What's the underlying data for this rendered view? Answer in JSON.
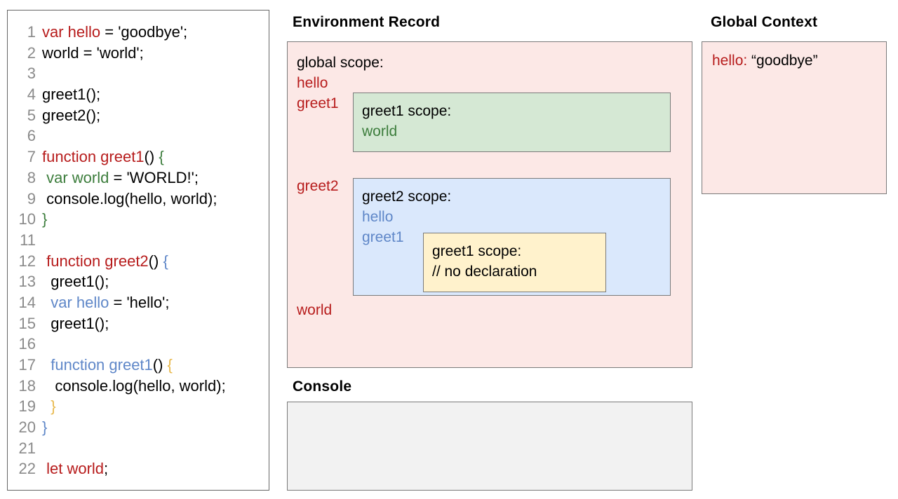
{
  "code_panel": {
    "lines": [
      {
        "n": "1",
        "tokens": [
          {
            "t": "var hello",
            "c": "red"
          },
          {
            "t": " = 'goodbye';",
            "c": "plain"
          }
        ]
      },
      {
        "n": "2",
        "tokens": [
          {
            "t": "world = 'world';",
            "c": "plain"
          }
        ]
      },
      {
        "n": "3",
        "tokens": [
          {
            "t": "",
            "c": "plain"
          }
        ]
      },
      {
        "n": "4",
        "tokens": [
          {
            "t": "greet1();",
            "c": "plain"
          }
        ]
      },
      {
        "n": "5",
        "tokens": [
          {
            "t": "greet2();",
            "c": "plain"
          }
        ]
      },
      {
        "n": "6",
        "tokens": [
          {
            "t": "",
            "c": "plain"
          }
        ]
      },
      {
        "n": "7",
        "tokens": [
          {
            "t": "function greet1",
            "c": "red"
          },
          {
            "t": "() ",
            "c": "plain"
          },
          {
            "t": "{",
            "c": "green"
          }
        ]
      },
      {
        "n": "8",
        "tokens": [
          {
            "t": " ",
            "c": "plain"
          },
          {
            "t": "var world",
            "c": "green"
          },
          {
            "t": " = 'WORLD!';",
            "c": "plain"
          }
        ]
      },
      {
        "n": "9",
        "tokens": [
          {
            "t": " console.log(hello, world);",
            "c": "plain"
          }
        ]
      },
      {
        "n": "10",
        "tokens": [
          {
            "t": "}",
            "c": "green"
          }
        ]
      },
      {
        "n": "11",
        "tokens": [
          {
            "t": "",
            "c": "plain"
          }
        ]
      },
      {
        "n": "12",
        "tokens": [
          {
            "t": " ",
            "c": "plain"
          },
          {
            "t": "function greet2",
            "c": "red"
          },
          {
            "t": "() ",
            "c": "plain"
          },
          {
            "t": "{",
            "c": "blue"
          }
        ]
      },
      {
        "n": "13",
        "tokens": [
          {
            "t": "  greet1();",
            "c": "plain"
          }
        ]
      },
      {
        "n": "14",
        "tokens": [
          {
            "t": "  ",
            "c": "plain"
          },
          {
            "t": "var hello",
            "c": "blue"
          },
          {
            "t": " = 'hello';",
            "c": "plain"
          }
        ]
      },
      {
        "n": "15",
        "tokens": [
          {
            "t": "  greet1();",
            "c": "plain"
          }
        ]
      },
      {
        "n": "16",
        "tokens": [
          {
            "t": "",
            "c": "plain"
          }
        ]
      },
      {
        "n": "17",
        "tokens": [
          {
            "t": "  ",
            "c": "plain"
          },
          {
            "t": "function greet1",
            "c": "blue"
          },
          {
            "t": "() ",
            "c": "plain"
          },
          {
            "t": "{",
            "c": "yellow"
          }
        ]
      },
      {
        "n": "18",
        "tokens": [
          {
            "t": "   console.log(hello, world);",
            "c": "plain"
          }
        ]
      },
      {
        "n": "19",
        "tokens": [
          {
            "t": "  ",
            "c": "plain"
          },
          {
            "t": "}",
            "c": "yellow"
          }
        ]
      },
      {
        "n": "20",
        "tokens": [
          {
            "t": "}",
            "c": "blue"
          }
        ]
      },
      {
        "n": "21",
        "tokens": [
          {
            "t": "",
            "c": "plain"
          }
        ]
      },
      {
        "n": "22",
        "tokens": [
          {
            "t": " ",
            "c": "plain"
          },
          {
            "t": "let world",
            "c": "red"
          },
          {
            "t": ";",
            "c": "plain"
          }
        ]
      }
    ]
  },
  "environment_record": {
    "title": "Environment Record",
    "global_scope_label": "global scope:",
    "global_bindings": [
      "hello",
      "greet1",
      "greet2",
      "world"
    ],
    "greet1_scope": {
      "label": "greet1 scope:",
      "bindings": [
        "world"
      ]
    },
    "greet2_scope": {
      "label": "greet2 scope:",
      "bindings": [
        "hello",
        "greet1"
      ],
      "inner_greet1_scope": {
        "label": "greet1 scope:",
        "note": "// no declaration"
      }
    }
  },
  "global_context": {
    "title": "Global Context",
    "binding_name": "hello:",
    "binding_value": "“goodbye”"
  },
  "console": {
    "title": "Console",
    "output": ""
  },
  "colors": {
    "red": "#b71c1c",
    "green": "#3c7d3c",
    "blue": "#5f87c8",
    "yellow": "#e8b84b",
    "pink_panel": "#fce8e6",
    "green_panel": "#d5e8d4",
    "blue_panel": "#dae8fc",
    "yellow_panel": "#fff2cc",
    "console_panel": "#f2f2f2",
    "border": "#7a7a7a",
    "line_number": "#8a8a8a"
  }
}
